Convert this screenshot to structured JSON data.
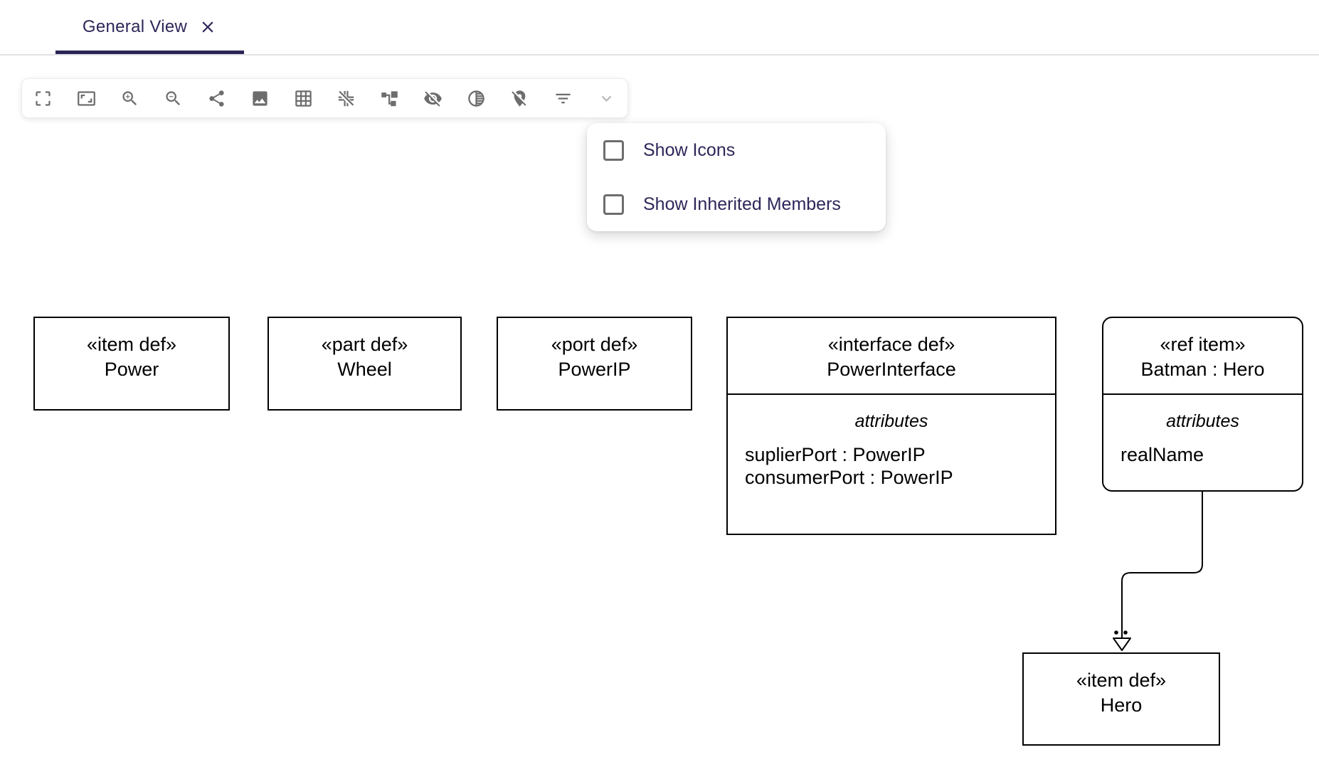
{
  "tabs": {
    "active_tab": {
      "label": "General View"
    }
  },
  "toolbar": {
    "icons": [
      "crop-free",
      "aspect-ratio",
      "zoom-in",
      "zoom-out",
      "share",
      "image",
      "grid-on",
      "snap-to-grid-off",
      "arrange-all",
      "visibility-off",
      "tonality",
      "pin-off",
      "filter-list",
      "expand-more"
    ]
  },
  "filters_menu": {
    "items": [
      {
        "label": "Show Icons",
        "checked": false
      },
      {
        "label": "Show Inherited Members",
        "checked": false
      }
    ]
  },
  "colors": {
    "accent": "#2d2759",
    "tab_indicator": "#2b2556",
    "icon_gray": "#6d6d6d",
    "node_border": "#000000",
    "node_fill": "#ffffff"
  },
  "diagram": {
    "nodes": [
      {
        "stereotype": "«item def»",
        "name": "Power"
      },
      {
        "stereotype": "«part def»",
        "name": "Wheel"
      },
      {
        "stereotype": "«port def»",
        "name": "PowerIP"
      },
      {
        "stereotype": "«interface def»",
        "name": "PowerInterface",
        "compartment_label": "attributes",
        "attributes": [
          "suplierPort : PowerIP",
          "consumerPort : PowerIP"
        ]
      },
      {
        "stereotype": "«ref item»",
        "name": "Batman : Hero",
        "compartment_label": "attributes",
        "attributes": [
          "realName"
        ]
      },
      {
        "stereotype": "«item def»",
        "name": "Hero"
      }
    ],
    "edges": [
      {
        "source": "Batman : Hero",
        "target": "Hero",
        "marker": "hollow-triangle-with-dots"
      }
    ]
  }
}
